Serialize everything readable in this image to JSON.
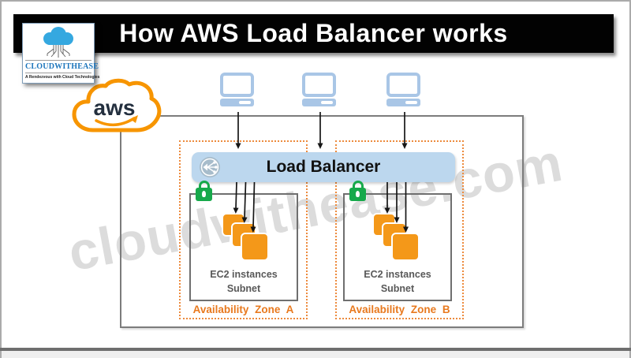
{
  "title_bar": {
    "title": "How AWS Load Balancer works"
  },
  "logo": {
    "name": "CLOUDWITHEASE",
    "tagline": "A Rendezvous with Cloud Technologies"
  },
  "aws_cloud": {
    "label": "aws"
  },
  "watermark": {
    "text": "cloudwithease.com"
  },
  "clients": {
    "count": 3
  },
  "load_balancer": {
    "label": "Load Balancer"
  },
  "zones": [
    {
      "label": "Availability Zone A",
      "subnet_caption_line1": "EC2 instances",
      "subnet_caption_line2": "Subnet",
      "ec2_count": 3
    },
    {
      "label": "Availability Zone B",
      "subnet_caption_line1": "EC2 instances",
      "subnet_caption_line2": "Subnet",
      "ec2_count": 3
    }
  ],
  "colors": {
    "title_bar_bg": "#020202",
    "title_text": "#FFFFFF",
    "aws_orange": "#F79500",
    "aws_text": "#232F3E",
    "zone_border_orange": "#ED8A3C",
    "zone_label_orange": "#E8791E",
    "ec2_orange": "#F49819",
    "lb_bar_blue": "#BCD7EE",
    "lb_icon_gray": "#A7BCCB",
    "client_blue": "#A9C6E6",
    "lock_green": "#17A94B",
    "subnet_border_gray": "#6F6F6F",
    "caption_gray": "#595959",
    "watermark_gray": "#D9D9D9",
    "logo_name_blue": "#1C75BC",
    "logo_cloud_blue": "#35A8E0"
  }
}
